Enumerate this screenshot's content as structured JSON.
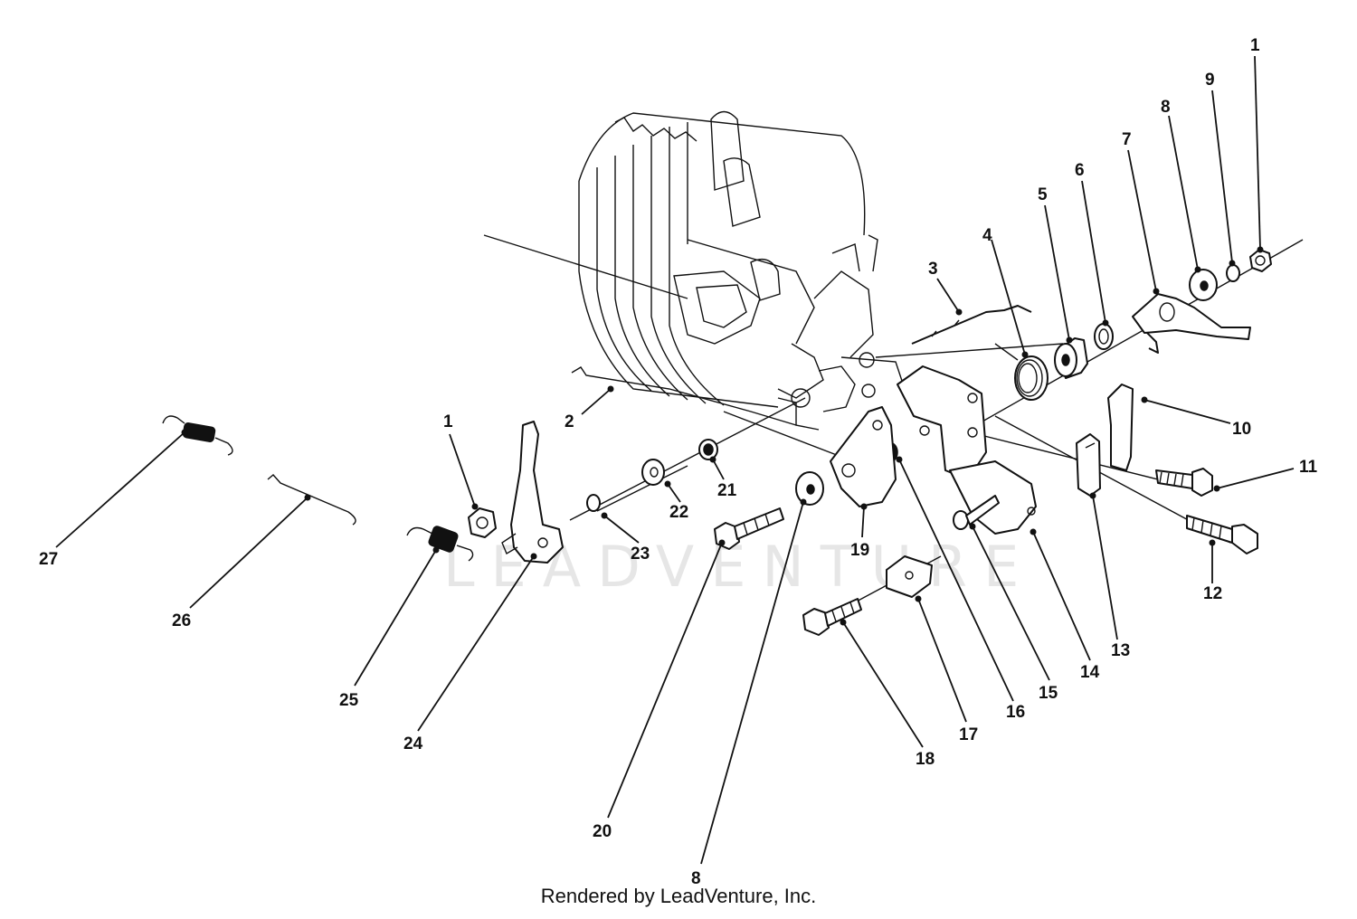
{
  "watermark": {
    "text": "LEADVENTURE"
  },
  "footer": {
    "credit": "Rendered by LeadVenture, Inc."
  },
  "callouts": [
    {
      "id": "c1a",
      "label": "1"
    },
    {
      "id": "c9",
      "label": "9"
    },
    {
      "id": "c8a",
      "label": "8"
    },
    {
      "id": "c7",
      "label": "7"
    },
    {
      "id": "c6",
      "label": "6"
    },
    {
      "id": "c5",
      "label": "5"
    },
    {
      "id": "c4",
      "label": "4"
    },
    {
      "id": "c3",
      "label": "3"
    },
    {
      "id": "c2",
      "label": "2"
    },
    {
      "id": "c10",
      "label": "10"
    },
    {
      "id": "c11",
      "label": "11"
    },
    {
      "id": "c12",
      "label": "12"
    },
    {
      "id": "c13",
      "label": "13"
    },
    {
      "id": "c14",
      "label": "14"
    },
    {
      "id": "c15",
      "label": "15"
    },
    {
      "id": "c16",
      "label": "16"
    },
    {
      "id": "c17",
      "label": "17"
    },
    {
      "id": "c18",
      "label": "18"
    },
    {
      "id": "c19",
      "label": "19"
    },
    {
      "id": "c20",
      "label": "20"
    },
    {
      "id": "c8b",
      "label": "8"
    },
    {
      "id": "c21",
      "label": "21"
    },
    {
      "id": "c22",
      "label": "22"
    },
    {
      "id": "c23",
      "label": "23"
    },
    {
      "id": "c24",
      "label": "24"
    },
    {
      "id": "c25",
      "label": "25"
    },
    {
      "id": "c26",
      "label": "26"
    },
    {
      "id": "c27",
      "label": "27"
    },
    {
      "id": "c1b",
      "label": "1"
    }
  ]
}
